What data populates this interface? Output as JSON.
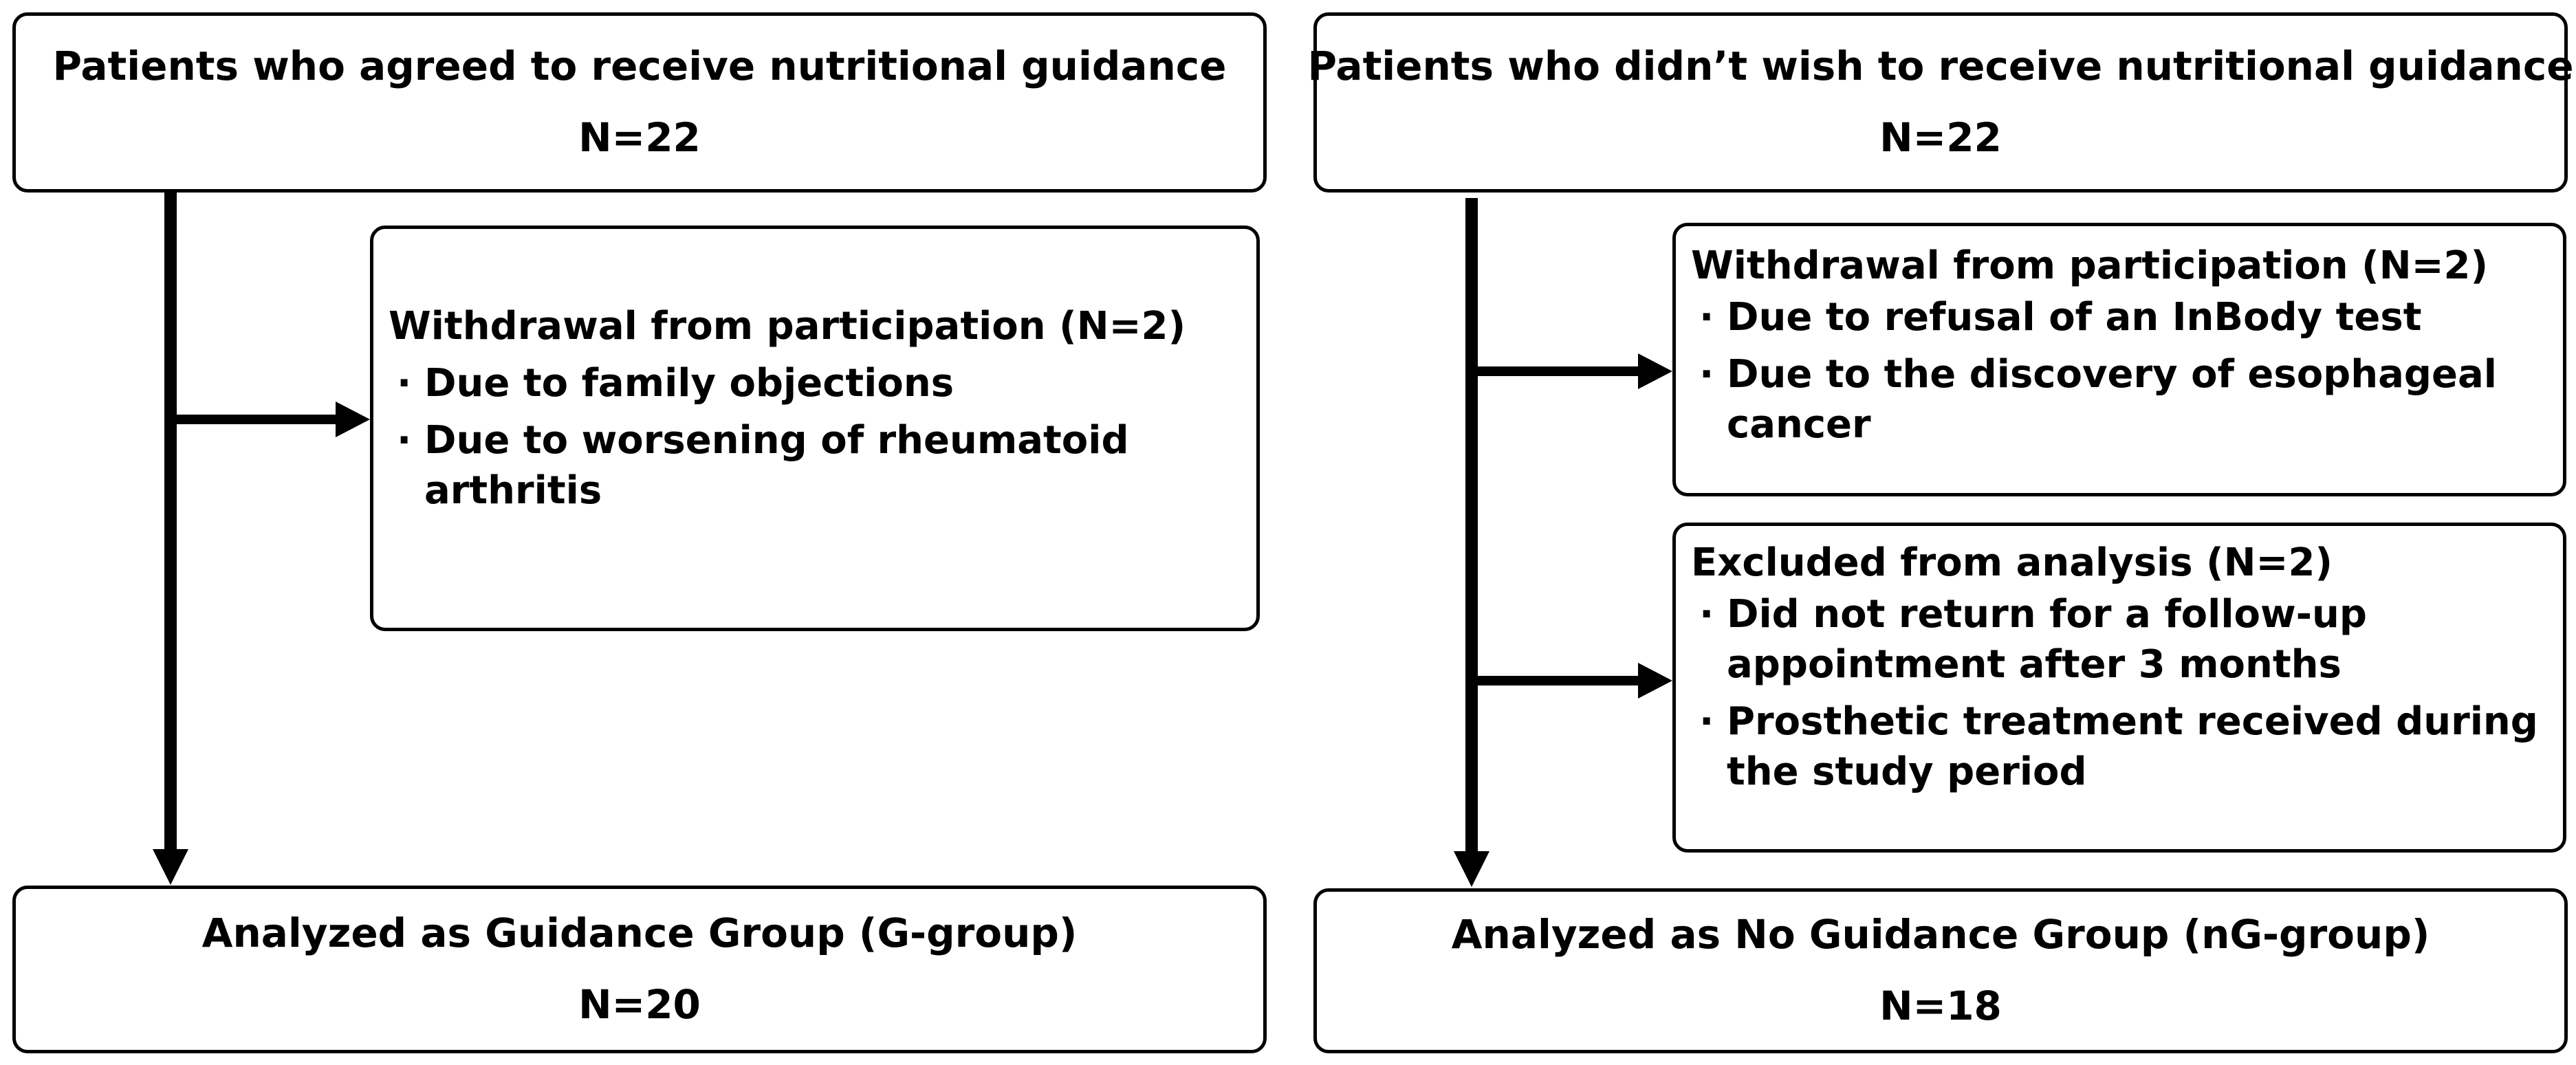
{
  "left": {
    "top_box": {
      "title": "Patients who agreed to receive nutritional guidance",
      "n": "N=22"
    },
    "withdrawal": {
      "heading": "Withdrawal from participation (N=2)",
      "items": [
        "Due to family objections",
        "Due to worsening of rheumatoid arthritis"
      ]
    },
    "bottom_box": {
      "title": "Analyzed as Guidance Group (G-group)",
      "n": "N=20"
    }
  },
  "right": {
    "top_box": {
      "title": "Patients who didn’t wish to receive nutritional guidance",
      "n": "N=22"
    },
    "withdrawal": {
      "heading": "Withdrawal from participation (N=2)",
      "items": [
        "Due to refusal of an InBody test",
        "Due to the discovery of esophageal cancer"
      ]
    },
    "excluded": {
      "heading": "Excluded from analysis (N=2)",
      "items": [
        "Did not return for a follow-up appointment after 3 months",
        "Prosthetic treatment received during the study period"
      ]
    },
    "bottom_box": {
      "title": "Analyzed as No Guidance Group (nG-group)",
      "n": "N=18"
    }
  }
}
